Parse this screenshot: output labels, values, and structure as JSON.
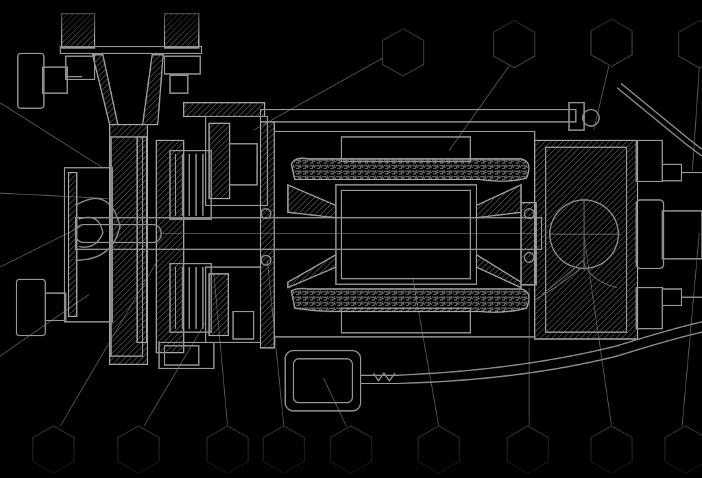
{
  "colors": {
    "background": "#000000",
    "line": "#8a8a8a",
    "hexagon": "#444444",
    "leader": "#5a5a5a"
  },
  "callouts_top": [
    "hex-a",
    "hex-b",
    "hex-c",
    "hex-d"
  ],
  "callouts_bottom": [
    "hex-1",
    "hex-2",
    "hex-3",
    "hex-4",
    "hex-5",
    "hex-6",
    "hex-7",
    "hex-8",
    "hex-9"
  ]
}
